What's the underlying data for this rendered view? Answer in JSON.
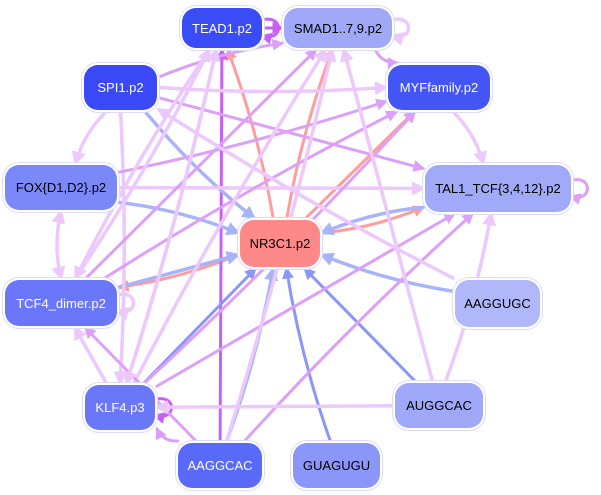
{
  "diagram": {
    "type": "regulatory-network",
    "nodes": [
      {
        "id": "TEAD1",
        "label": "TEAD1.p2",
        "fill": "#3a4cf5",
        "text_color": "#ffffff"
      },
      {
        "id": "SMAD",
        "label": "SMAD1..7,9.p2",
        "fill": "#a0a8f8",
        "text_color": "#000000"
      },
      {
        "id": "SPI1",
        "label": "SPI1.p2",
        "fill": "#3a48f5",
        "text_color": "#ffffff"
      },
      {
        "id": "MYF",
        "label": "MYFfamily.p2",
        "fill": "#4455f5",
        "text_color": "#ffffff"
      },
      {
        "id": "FOX",
        "label": "FOX{D1,D2}.p2",
        "fill": "#7a88f8",
        "text_color": "#000000"
      },
      {
        "id": "TAL1",
        "label": "TAL1_TCF{3,4,12}.p2",
        "fill": "#a0aaf8",
        "text_color": "#000000"
      },
      {
        "id": "NR3C1",
        "label": "NR3C1.p2",
        "fill": "#ff8888",
        "text_color": "#000000"
      },
      {
        "id": "TCF4",
        "label": "TCF4_dimer.p2",
        "fill": "#6a76f8",
        "text_color": "#ffffff"
      },
      {
        "id": "AAGGUGC",
        "label": "AAGGUGC",
        "fill": "#b0b8fa",
        "text_color": "#000000"
      },
      {
        "id": "KLF4",
        "label": "KLF4.p3",
        "fill": "#6a78f8",
        "text_color": "#ffffff"
      },
      {
        "id": "AUGGCAC",
        "label": "AUGGCAC",
        "fill": "#a0a8f8",
        "text_color": "#000000"
      },
      {
        "id": "AAGGCAC",
        "label": "AAGGCAC",
        "fill": "#5a6af8",
        "text_color": "#ffffff"
      },
      {
        "id": "GUAGUGU",
        "label": "GUAGUGU",
        "fill": "#8a96f8",
        "text_color": "#000000"
      }
    ],
    "edge_colors": {
      "activation_strong": "#c860f8",
      "activation_medium": "#dca0f8",
      "activation_weak": "#ecc8fc",
      "repression_red": "#ff9c9c",
      "mirna_blue": "#8a96f8",
      "mirna_light": "#a8b4fa"
    },
    "edges": [
      {
        "from": "TEAD1",
        "to": "TEAD1",
        "color": "activation_strong",
        "self": true
      },
      {
        "from": "SMAD",
        "to": "SMAD",
        "color": "activation_weak",
        "self": true
      },
      {
        "from": "TAL1",
        "to": "TAL1",
        "color": "activation_medium",
        "self": true
      },
      {
        "from": "TCF4",
        "to": "TCF4",
        "color": "activation_weak",
        "self": true
      },
      {
        "from": "KLF4",
        "to": "KLF4",
        "color": "activation_strong",
        "self": true
      },
      {
        "from": "NR3C1",
        "to": "TEAD1",
        "color": "repression_red"
      },
      {
        "from": "NR3C1",
        "to": "SMAD",
        "color": "repression_red"
      },
      {
        "from": "NR3C1",
        "to": "MYF",
        "color": "repression_red"
      },
      {
        "from": "NR3C1",
        "to": "TAL1",
        "color": "repression_red"
      },
      {
        "from": "NR3C1",
        "to": "TCF4",
        "color": "repression_red"
      },
      {
        "from": "AAGGCAC",
        "to": "TEAD1",
        "color": "activation_strong"
      },
      {
        "from": "SPI1",
        "to": "NR3C1",
        "color": "mirna_light"
      },
      {
        "from": "FOX",
        "to": "NR3C1",
        "color": "mirna_light"
      },
      {
        "from": "TCF4",
        "to": "NR3C1",
        "color": "mirna_light"
      },
      {
        "from": "TAL1",
        "to": "NR3C1",
        "color": "mirna_light"
      },
      {
        "from": "AAGGUGC",
        "to": "NR3C1",
        "color": "mirna_light"
      },
      {
        "from": "KLF4",
        "to": "NR3C1",
        "color": "mirna_blue"
      },
      {
        "from": "AAGGCAC",
        "to": "NR3C1",
        "color": "mirna_light"
      },
      {
        "from": "GUAGUGU",
        "to": "NR3C1",
        "color": "mirna_blue"
      },
      {
        "from": "AUGGCAC",
        "to": "NR3C1",
        "color": "mirna_blue"
      },
      {
        "from": "SPI1",
        "to": "MYF",
        "color": "activation_weak"
      },
      {
        "from": "SPI1",
        "to": "SMAD",
        "color": "activation_medium"
      },
      {
        "from": "SPI1",
        "to": "TAL1",
        "color": "activation_medium"
      },
      {
        "from": "SPI1",
        "to": "FOX",
        "color": "activation_weak"
      },
      {
        "from": "SPI1",
        "to": "KLF4",
        "color": "activation_weak"
      },
      {
        "from": "FOX",
        "to": "TAL1",
        "color": "activation_weak"
      },
      {
        "from": "FOX",
        "to": "MYF",
        "color": "activation_medium"
      },
      {
        "from": "TCF4",
        "to": "FOX",
        "color": "activation_weak",
        "bidirectional": true
      },
      {
        "from": "TCF4",
        "to": "SMAD",
        "color": "activation_medium"
      },
      {
        "from": "TCF4",
        "to": "TEAD1",
        "color": "activation_weak"
      },
      {
        "from": "TCF4",
        "to": "MYF",
        "color": "activation_medium"
      },
      {
        "from": "KLF4",
        "to": "TCF4",
        "color": "activation_weak"
      },
      {
        "from": "KLF4",
        "to": "TEAD1",
        "color": "activation_weak"
      },
      {
        "from": "KLF4",
        "to": "SMAD",
        "color": "activation_weak"
      },
      {
        "from": "KLF4",
        "to": "TAL1",
        "color": "activation_medium"
      },
      {
        "from": "KLF4",
        "to": "MYF",
        "color": "activation_medium"
      },
      {
        "from": "AAGGCAC",
        "to": "KLF4",
        "color": "activation_medium"
      },
      {
        "from": "AAGGCAC",
        "to": "TCF4",
        "color": "activation_medium"
      },
      {
        "from": "AAGGCAC",
        "to": "SMAD",
        "color": "activation_weak"
      },
      {
        "from": "AAGGCAC",
        "to": "TAL1",
        "color": "activation_medium"
      },
      {
        "from": "AUGGCAC",
        "to": "SMAD",
        "color": "activation_weak"
      },
      {
        "from": "AUGGCAC",
        "to": "TAL1",
        "color": "activation_weak"
      },
      {
        "from": "AAGGUGC",
        "to": "SPI1",
        "color": "activation_weak"
      },
      {
        "from": "AUGGCAC",
        "to": "KLF4",
        "color": "activation_weak"
      },
      {
        "from": "SMAD",
        "to": "MYF",
        "color": "activation_medium"
      },
      {
        "from": "MYF",
        "to": "TAL1",
        "color": "activation_weak"
      },
      {
        "from": "TEAD1",
        "to": "SMAD",
        "color": "activation_strong"
      },
      {
        "from": "TEAD1",
        "to": "TCF4",
        "color": "activation_weak"
      },
      {
        "from": "TEAD1",
        "to": "KLF4",
        "color": "activation_weak"
      }
    ]
  }
}
